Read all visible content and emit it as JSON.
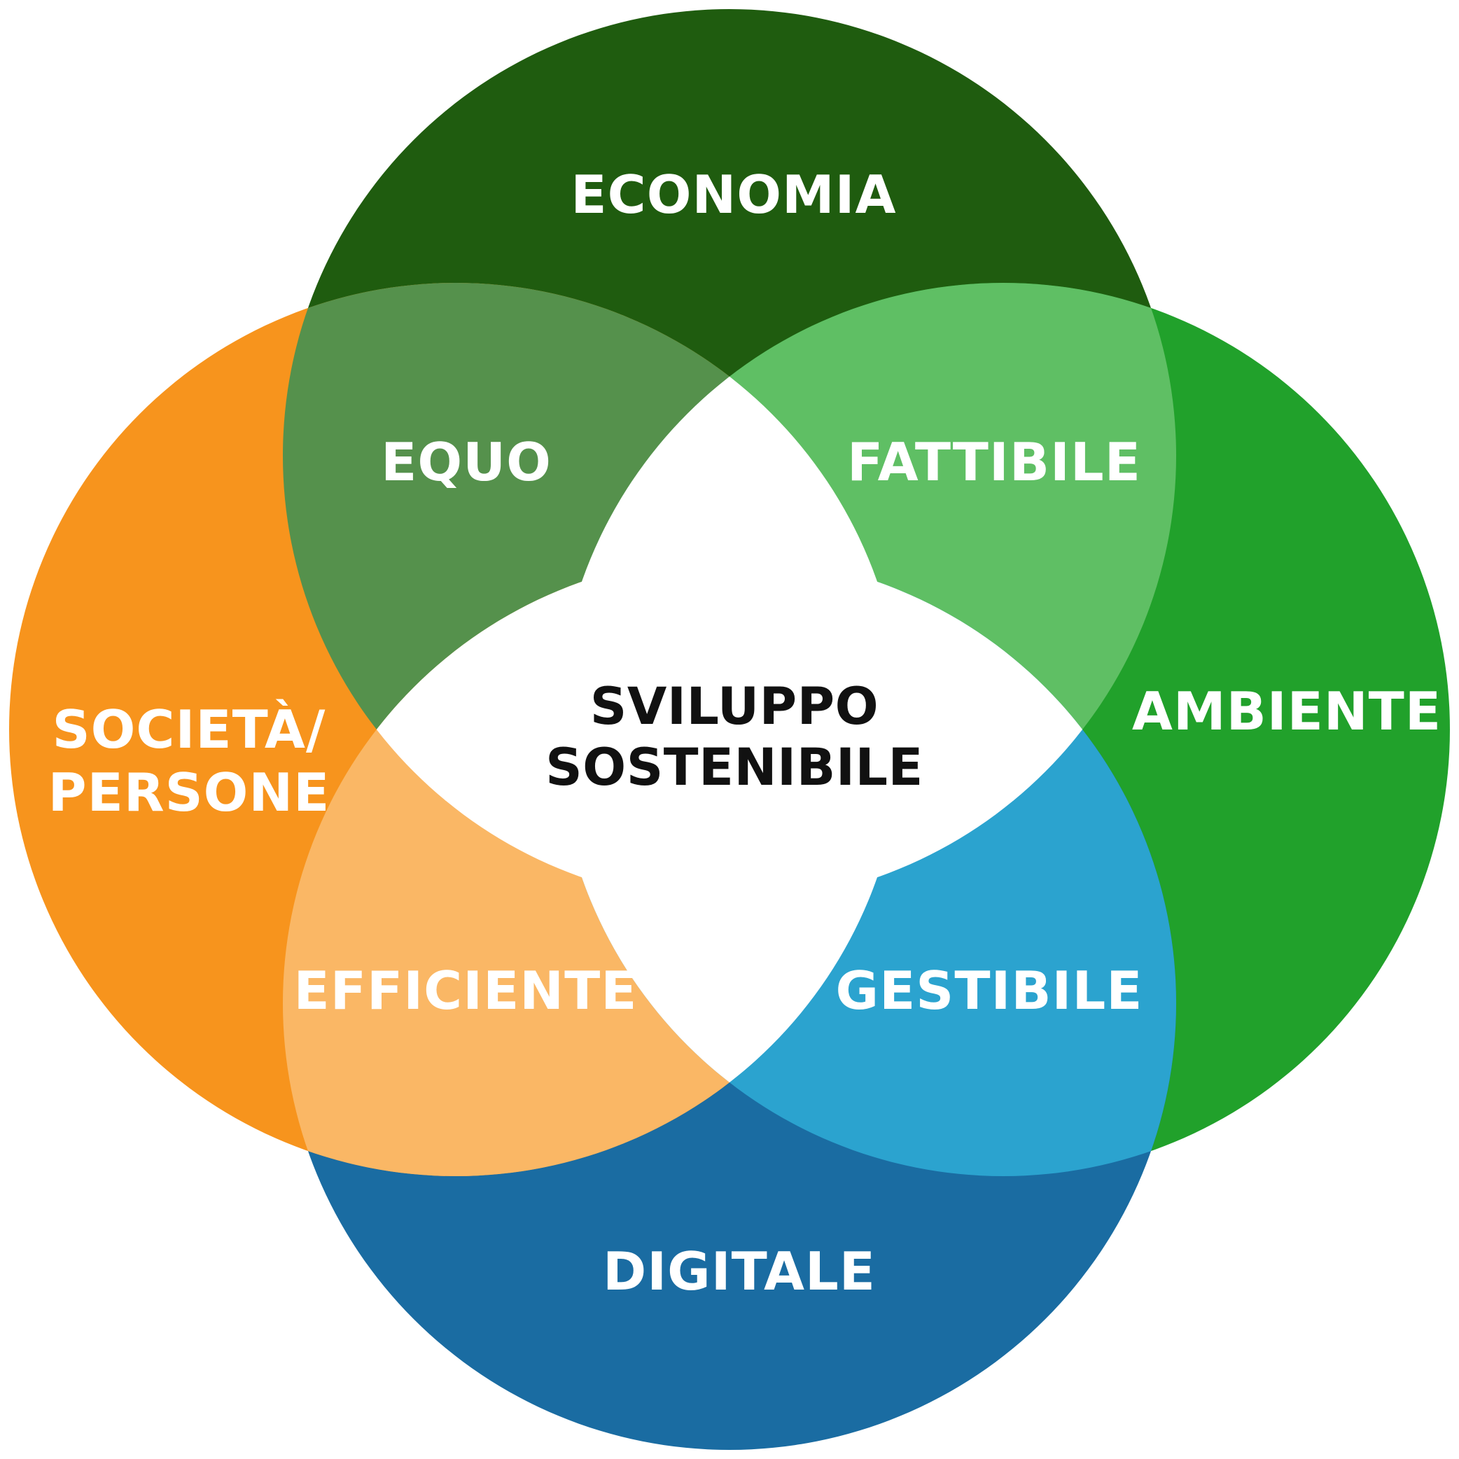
{
  "diagram": {
    "background": "#ffffff",
    "label_color": "#ffffff",
    "center": {
      "line1": "SVILUPPO",
      "line2": "SOSTENIBILE",
      "text_color": "#111111"
    },
    "circles": [
      {
        "id": "economia",
        "position": "top",
        "label": "ECONOMIA",
        "color": "#1F5C0F"
      },
      {
        "id": "ambiente",
        "position": "right",
        "label": "AMBIENTE",
        "color": "#21A12B"
      },
      {
        "id": "digitale",
        "position": "bottom",
        "label": "DIGITALE",
        "color": "#1A6CA2"
      },
      {
        "id": "societa-persone",
        "position": "left",
        "label": "SOCIETÀ/PERSONE",
        "label_line1": "SOCIETÀ/",
        "label_line2": "PERSONE",
        "color": "#F7941D"
      }
    ],
    "overlaps": [
      {
        "id": "equo",
        "label": "EQUO",
        "color": "#55914C",
        "between": [
          "economia",
          "societa-persone"
        ]
      },
      {
        "id": "fattibile",
        "label": "FATTIBILE",
        "color": "#5FBF64",
        "between": [
          "economia",
          "ambiente"
        ]
      },
      {
        "id": "efficiente",
        "label": "EFFICIENTE",
        "color": "#FAB765",
        "between": [
          "societa-persone",
          "digitale"
        ]
      },
      {
        "id": "gestibile",
        "label": "GESTIBILE",
        "color": "#2BA3CF",
        "between": [
          "digitale",
          "ambiente"
        ]
      }
    ]
  }
}
